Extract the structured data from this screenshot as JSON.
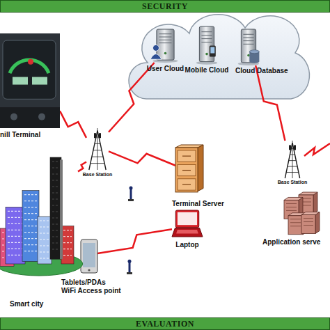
{
  "diagram": {
    "nodes": [
      {
        "text": [
          "SECURITY"
        ]
      },
      {
        "text": [
          "User Cloud"
        ]
      },
      {
        "text": [
          "Mobile Cloud"
        ]
      },
      {
        "text": [
          "Cloud Database"
        ]
      },
      {
        "text": [
          "nill Terminal"
        ]
      },
      {
        "text": [
          "Base Station"
        ]
      },
      {
        "text": [
          "Base Station"
        ]
      },
      {
        "text": [
          "Terminal Server"
        ]
      },
      {
        "text": [
          "Application serve"
        ]
      },
      {
        "text": [
          "Laptop"
        ]
      },
      {
        "text": [
          "Tablets/PDAs"
        ]
      },
      {
        "text": [
          "WiFi Access point"
        ]
      },
      {
        "text": [
          "Smart city"
        ]
      },
      {
        "text": [
          "EVALUATION"
        ]
      }
    ],
    "edges": [
      {
        "from": 4,
        "to": 5,
        "arrow": "none"
      },
      {
        "from": 5,
        "to": 1,
        "arrow": "none"
      },
      {
        "from": 5,
        "to": 7,
        "arrow": "none"
      },
      {
        "from": 12,
        "to": 5,
        "arrow": "none"
      },
      {
        "from": 10,
        "to": 9,
        "arrow": "none"
      },
      {
        "from": 3,
        "to": 6,
        "arrow": "none"
      }
    ]
  }
}
